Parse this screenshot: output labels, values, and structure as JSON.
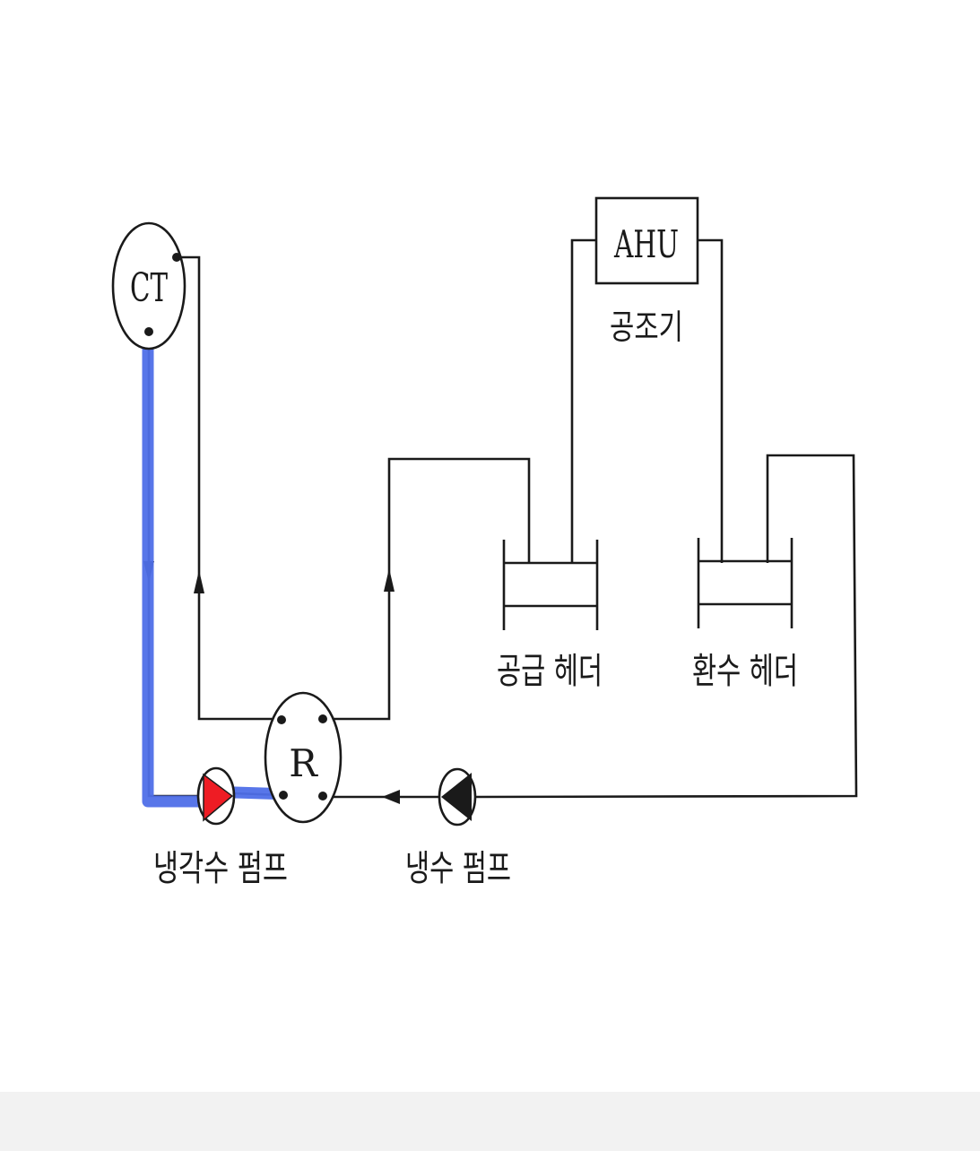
{
  "diagram": {
    "labels": {
      "ct": "CT",
      "ahu": "AHU",
      "ahu_caption": "공조기",
      "refrigerator": "R",
      "supply_header": "공급 헤더",
      "return_header": "환수 헤더",
      "cooling_water_pump": "냉각수 펌프",
      "chilled_water_pump": "냉수 펌프"
    },
    "colors": {
      "line": "#1a1a1a",
      "highlight": "#4f6fe8",
      "pump_highlight": "#ee1c24"
    }
  }
}
